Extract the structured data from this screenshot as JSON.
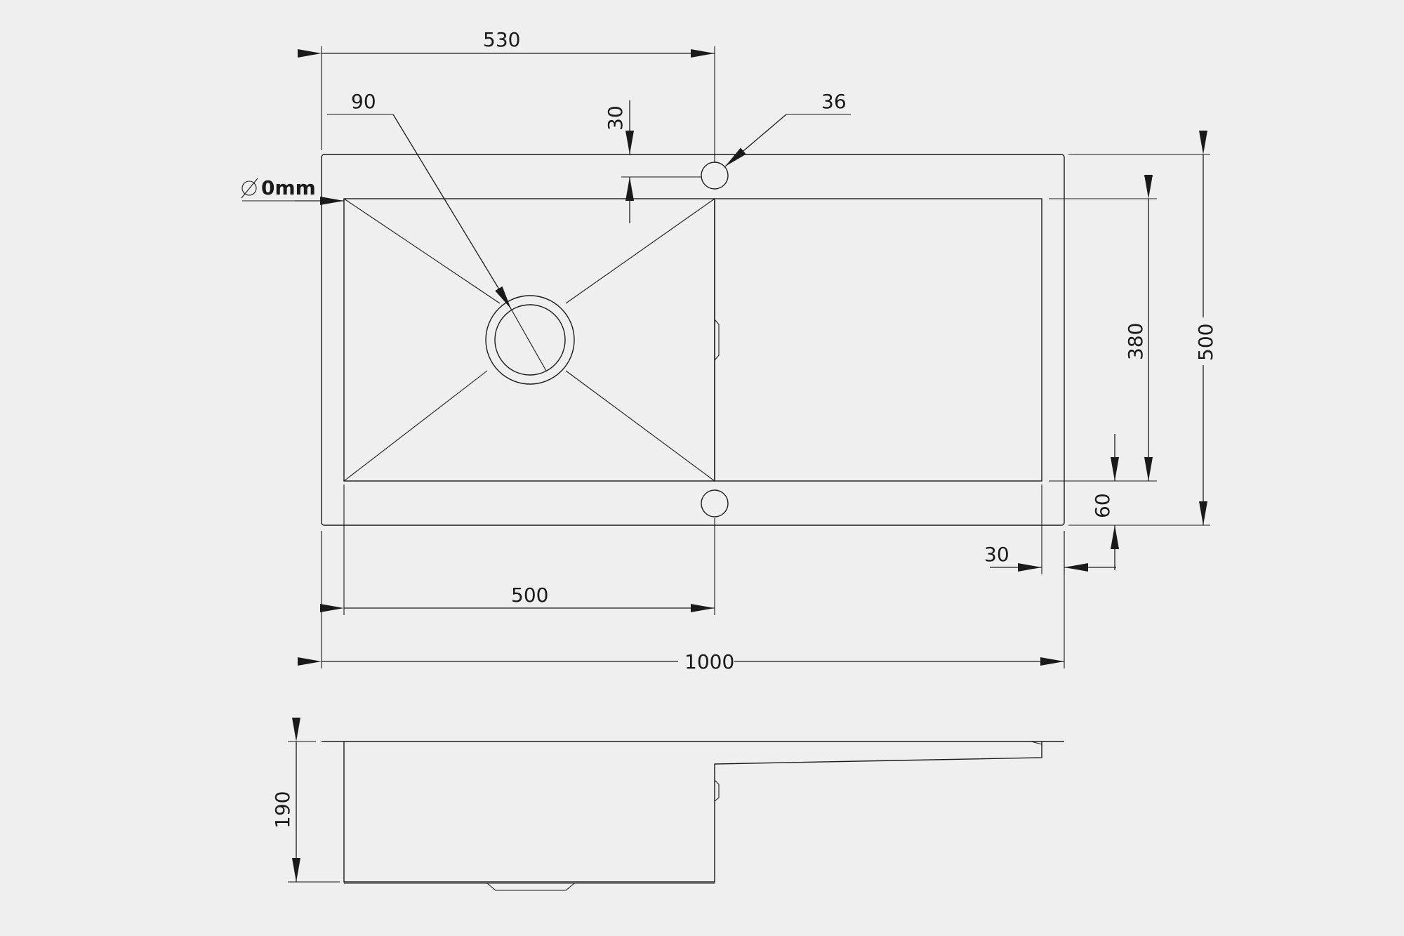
{
  "colors": {
    "background": "#efefef",
    "ink": "#1a1a1a"
  },
  "dimensions": {
    "top_530": "530",
    "drain_90": "90",
    "offset_30_top": "30",
    "tap_hole_36": "36",
    "radius_label": "0mm",
    "height_380": "380",
    "overall_500": "500",
    "bottom_60": "60",
    "right_30": "30",
    "bowl_500": "500",
    "overall_1000": "1000",
    "depth_190": "190"
  },
  "icons": {
    "diameter": "diameter-symbol"
  }
}
